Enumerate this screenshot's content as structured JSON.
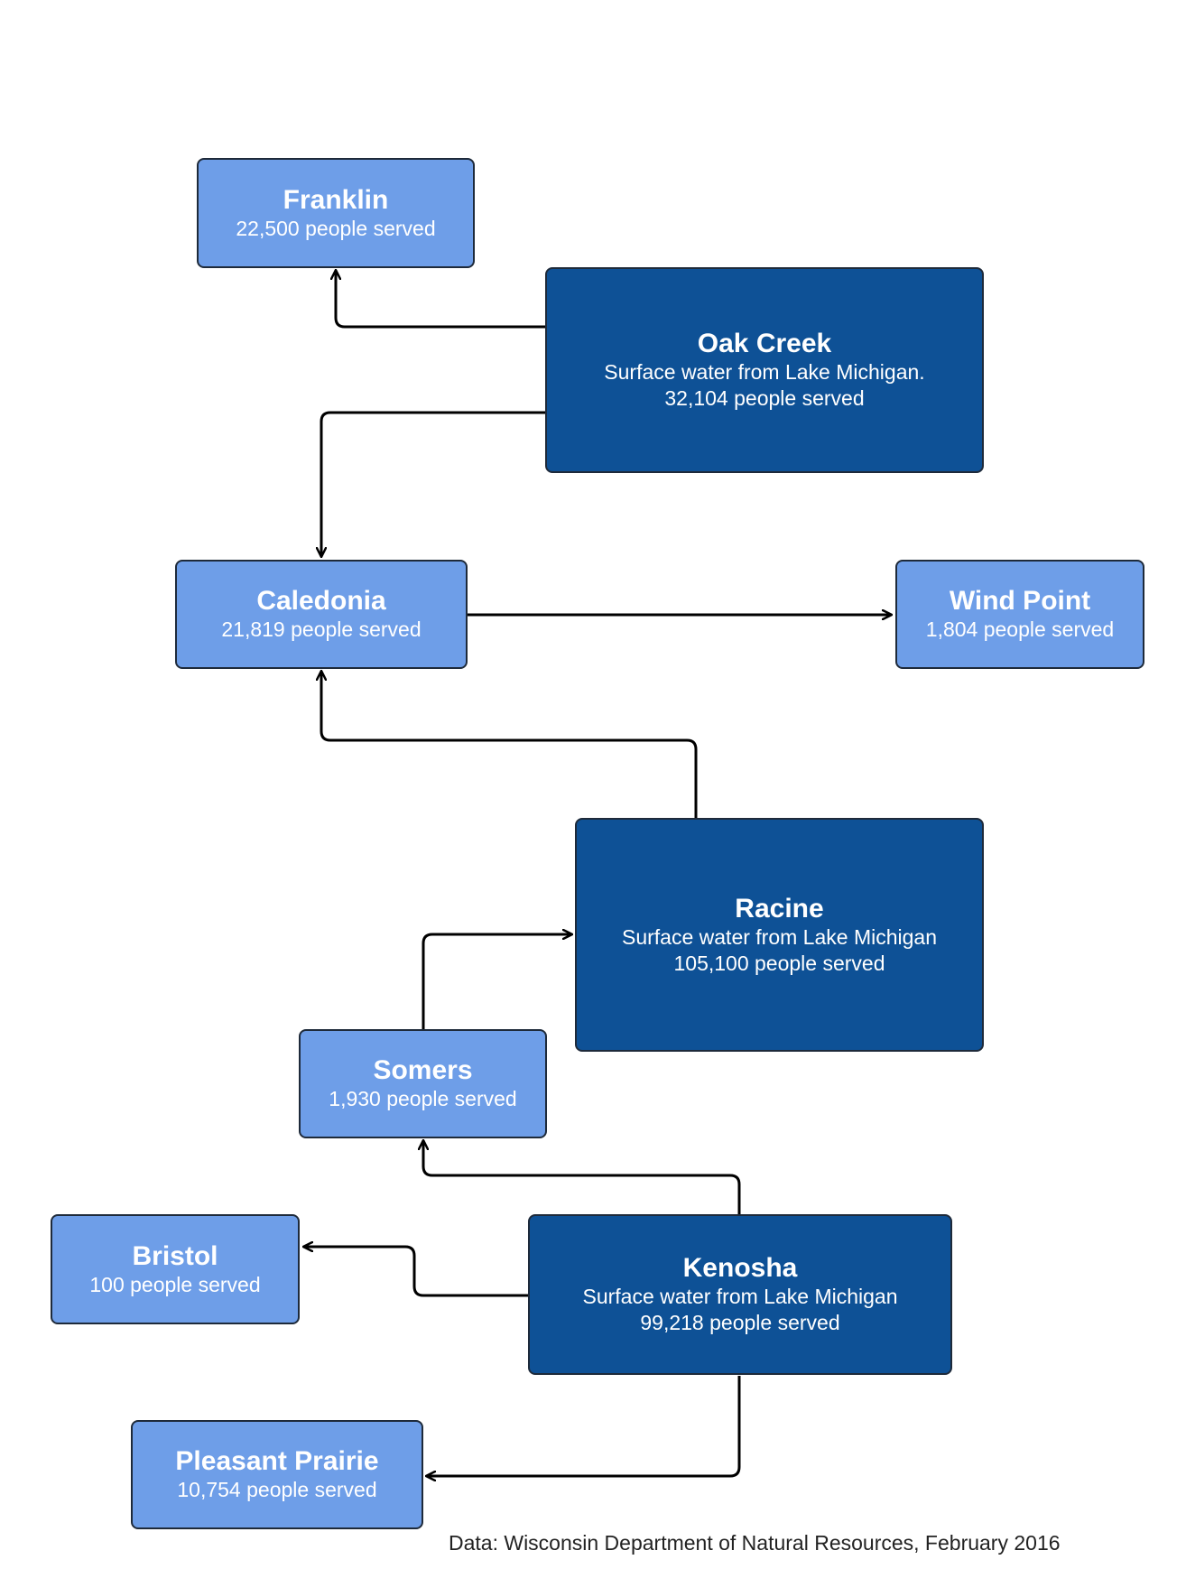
{
  "colors": {
    "receiver_fill": "#6e9ee8",
    "supplier_fill": "#0e5196",
    "border": "#1e2a3a",
    "arrow": "#000000",
    "text": "#ffffff"
  },
  "nodes": {
    "franklin": {
      "name": "Franklin",
      "served": "22,500 people served"
    },
    "oak_creek": {
      "name": "Oak Creek",
      "source": "Surface water from Lake Michigan.",
      "served": "32,104 people served"
    },
    "caledonia": {
      "name": "Caledonia",
      "served": "21,819 people served"
    },
    "wind_point": {
      "name": "Wind Point",
      "served": "1,804 people served"
    },
    "racine": {
      "name": "Racine",
      "source": "Surface water from Lake Michigan",
      "served": "105,100 people served"
    },
    "somers": {
      "name": "Somers",
      "served": "1,930 people served"
    },
    "kenosha": {
      "name": "Kenosha",
      "source": "Surface water from Lake Michigan",
      "served": "99,218 people served"
    },
    "bristol": {
      "name": "Bristol",
      "served": "100 people served"
    },
    "pleasant_prairie": {
      "name": "Pleasant Prairie",
      "served": "10,754 people served"
    }
  },
  "edges": [
    {
      "from": "Oak Creek",
      "to": "Franklin"
    },
    {
      "from": "Oak Creek",
      "to": "Caledonia"
    },
    {
      "from": "Caledonia",
      "to": "Wind Point"
    },
    {
      "from": "Racine",
      "to": "Caledonia"
    },
    {
      "from": "Somers",
      "to": "Racine"
    },
    {
      "from": "Kenosha",
      "to": "Somers"
    },
    {
      "from": "Kenosha",
      "to": "Bristol"
    },
    {
      "from": "Kenosha",
      "to": "Pleasant Prairie"
    }
  ],
  "source_note": "Data: Wisconsin Department of Natural Resources, February 2016"
}
